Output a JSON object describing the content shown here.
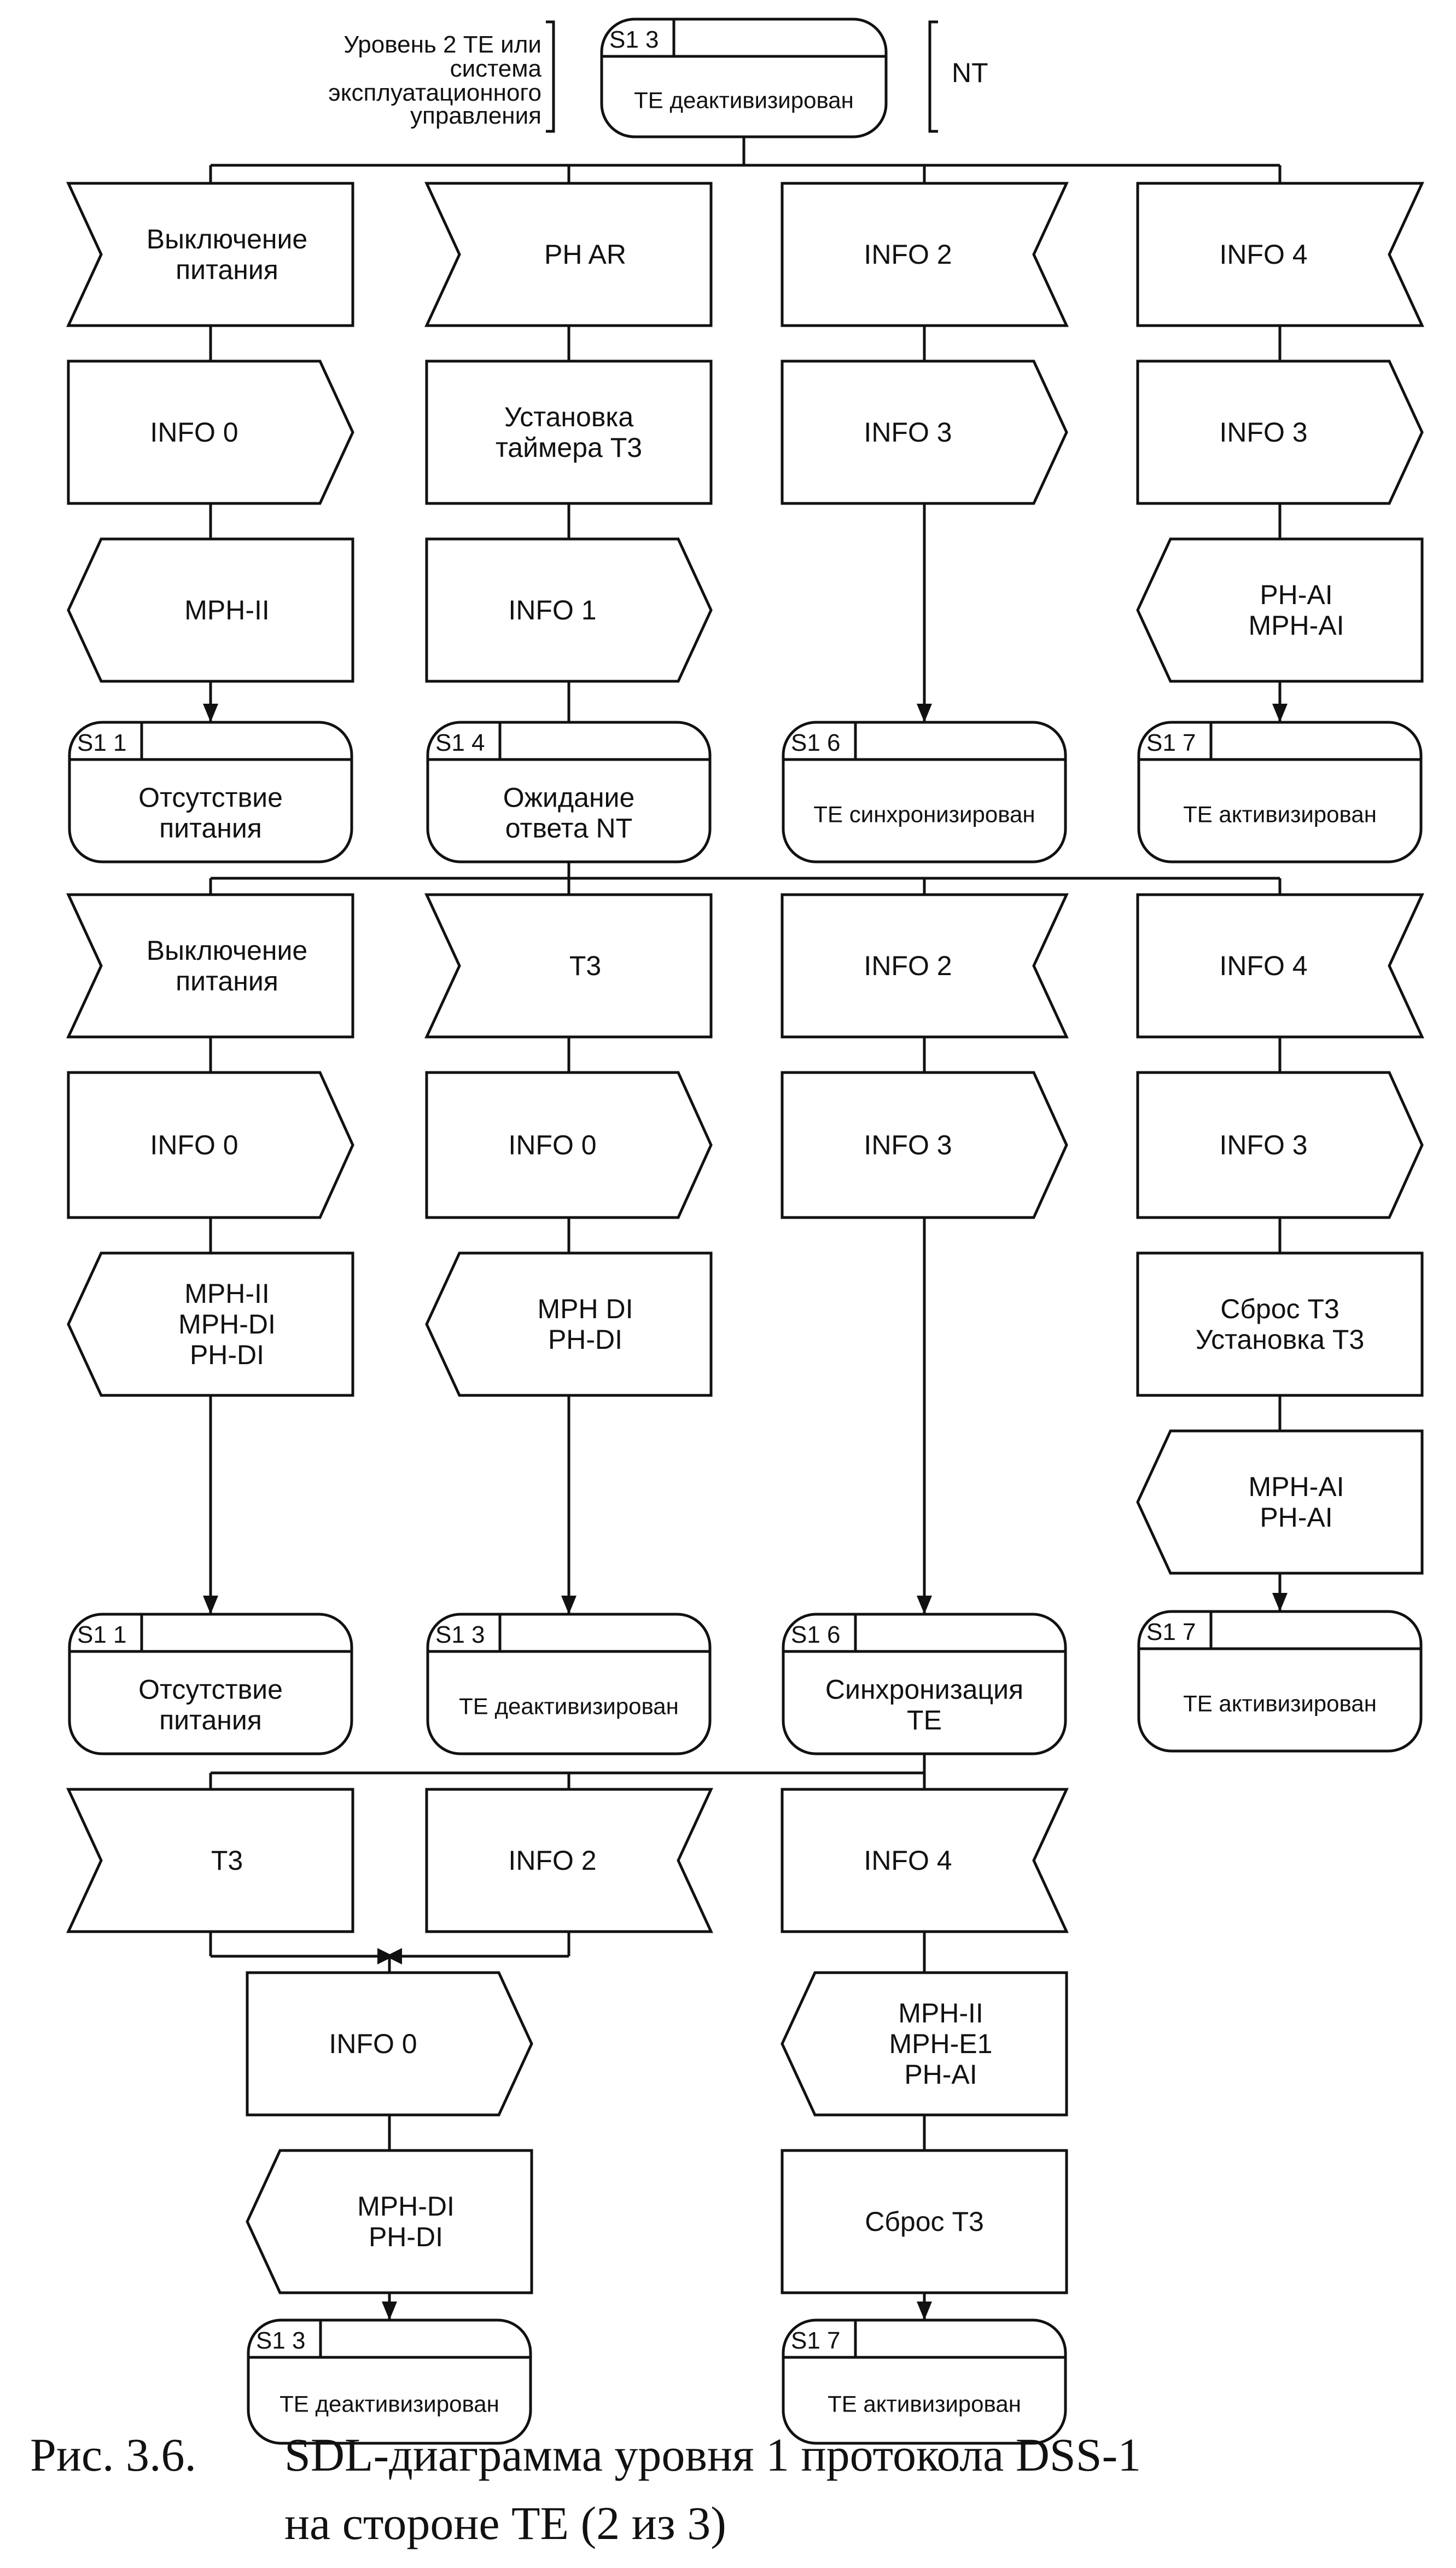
{
  "header": {
    "left_label": [
      "Уровень 2 TE или",
      "система",
      "эксплуатационного",
      "управления"
    ],
    "right_label": "NT",
    "state_number": "S1 3",
    "state_name": [
      "TE деактивизирован"
    ]
  },
  "columns_row1": [
    {
      "input": [
        "Выключение",
        "питания"
      ],
      "output": [
        "INFO 0"
      ],
      "steps": [
        {
          "kind": "out_signal",
          "lines": [
            "MPH-II"
          ]
        }
      ],
      "state_number": "S1 1",
      "state_name": [
        "Отсутствие",
        "питания"
      ]
    },
    {
      "input": [
        "PH  AR"
      ],
      "output": [
        "Установка",
        "таймера Т3"
      ],
      "steps": [
        {
          "kind": "output",
          "lines": [
            "INFO 1"
          ]
        }
      ],
      "state_number": "S1 4",
      "state_name": [
        "Ожидание",
        "ответа NT"
      ]
    },
    {
      "input": [
        "INFO 2"
      ],
      "output": [
        "INFO 3"
      ],
      "steps": [],
      "state_number": "S1 6",
      "state_name": [
        "TE синхронизирован"
      ]
    },
    {
      "input": [
        "INFO 4"
      ],
      "output": [
        "INFO 3"
      ],
      "steps": [
        {
          "kind": "out_signal",
          "lines": [
            "PH-AI",
            "MPH-AI"
          ]
        }
      ],
      "state_number": "S1 7",
      "state_name": [
        "TE активизирован"
      ]
    }
  ],
  "columns_row2": [
    {
      "input": [
        "Выключение",
        "питания"
      ],
      "output": [
        "INFO 0"
      ],
      "steps": [
        {
          "kind": "out_signal",
          "lines": [
            "MPH-II",
            "MPH-DI",
            "PH-DI"
          ]
        }
      ],
      "state_number": "S1 1",
      "state_name": [
        "Отсутствие",
        "питания"
      ]
    },
    {
      "input": [
        "Т3"
      ],
      "output": [
        "INFO 0"
      ],
      "steps": [
        {
          "kind": "out_signal",
          "lines": [
            "MPH  DI",
            "PH-DI"
          ]
        }
      ],
      "state_number": "S1 3",
      "state_name": [
        "TE деактивизирован"
      ]
    },
    {
      "input": [
        "INFO 2"
      ],
      "output": [
        "INFO 3"
      ],
      "steps": [],
      "state_number": "S1 6",
      "state_name": [
        "Синхронизация",
        "TE"
      ]
    },
    {
      "input": [
        "INFO 4"
      ],
      "output": [
        "INFO 3"
      ],
      "steps": [
        {
          "kind": "task",
          "lines": [
            "Сброс Т3",
            "Установка Т3"
          ]
        },
        {
          "kind": "out_signal",
          "lines": [
            "MPH-AI",
            "PH-AI"
          ]
        }
      ],
      "state_number": "S1 7",
      "state_name": [
        "TE активизирован"
      ]
    }
  ],
  "row3": {
    "inputs": [
      {
        "lines": [
          "Т3"
        ]
      },
      {
        "lines": [
          "INFO 2"
        ]
      },
      {
        "lines": [
          "INFO 4"
        ]
      }
    ],
    "merge_output": [
      "INFO 0"
    ],
    "merge_signal": [
      "MPH-DI",
      "PH-DI"
    ],
    "merge_state_number": "S1 3",
    "merge_state_name": [
      "TE деактивизирован"
    ],
    "right_signal": [
      "MPH-II",
      "MPH-E1",
      "PH-AI"
    ],
    "right_task": [
      "Сброс Т3"
    ],
    "right_state_number": "S1 7",
    "right_state_name": [
      "TE активизирован"
    ]
  },
  "caption": {
    "number": "Рис. 3.6.",
    "line1": "SDL-диаграмма уровня 1 протокола DSS-1",
    "line2": "на стороне ТЕ (2 из 3)"
  }
}
